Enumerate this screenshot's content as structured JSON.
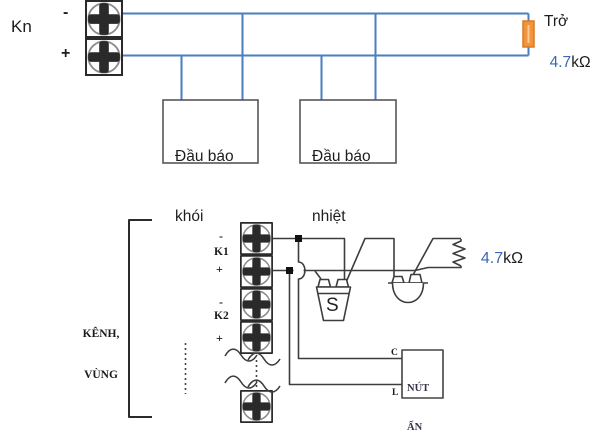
{
  "top_circuit": {
    "terminal_label": "Kn",
    "minus": "-",
    "plus": "+",
    "resistor": {
      "name": "Trở",
      "value_number": "4.7",
      "value_unit": "kΩ"
    },
    "detectors": [
      {
        "line1": "Đầu báo",
        "line2": "khói"
      },
      {
        "line1": "Đầu báo",
        "line2": "nhiệt"
      }
    ]
  },
  "bottom_circuit": {
    "bracket_label_line1": "KÊNH,",
    "bracket_label_line2": "VÙNG",
    "channels": [
      {
        "label": "K1",
        "minus": "-",
        "plus": "+"
      },
      {
        "label": "K2",
        "minus": "-",
        "plus": "+"
      }
    ],
    "eol_resistor": {
      "value_number": "4.7",
      "value_unit": "kΩ"
    },
    "smoke_detector_label": "S",
    "push_button": {
      "line1": "NÚT",
      "line2": "ẤN",
      "terminal_top": "C",
      "terminal_bottom": "L"
    }
  },
  "colors": {
    "wire_blue": "#4a7dc2",
    "resistor_orange": "#f0943e",
    "diagram_line": "#3d3d3d",
    "value_text_blue": "#3a68b5"
  }
}
